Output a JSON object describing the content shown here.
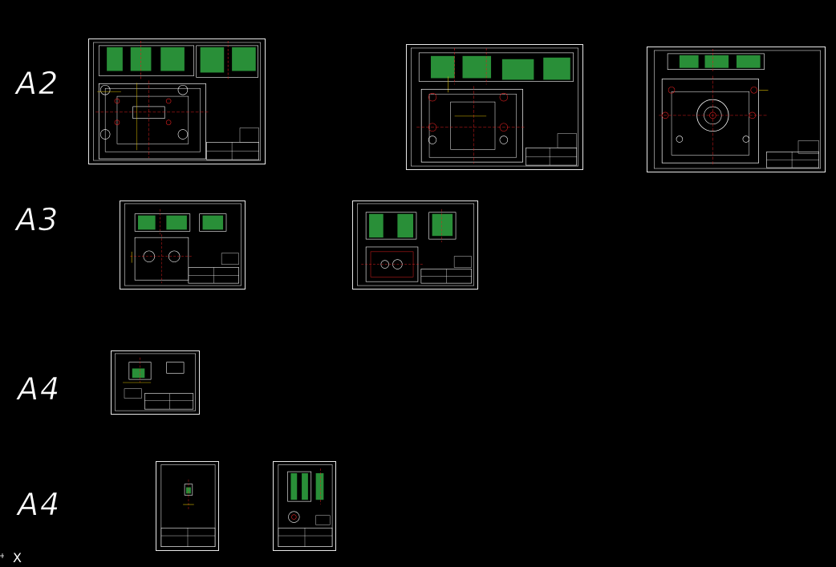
{
  "labels": {
    "a2": "A2",
    "a3": "A3",
    "a4_first": "A4",
    "a4_second": "A4",
    "axis": "X"
  },
  "colors": {
    "background": "#000000",
    "frame": "#e8e8e8",
    "hatch": "#2e9e3e",
    "centerline": "#e02020",
    "dimension": "#e0c000",
    "geometry": "#ffffff"
  },
  "sheets": [
    {
      "id": "sheet-a2-1",
      "size": "A2",
      "kind": "assembly-plate"
    },
    {
      "id": "sheet-a2-2",
      "size": "A2",
      "kind": "assembly-plate"
    },
    {
      "id": "sheet-a2-3",
      "size": "A2",
      "kind": "round-plate"
    },
    {
      "id": "sheet-a3-1",
      "size": "A3",
      "kind": "part-plate"
    },
    {
      "id": "sheet-a3-2",
      "size": "A3",
      "kind": "part-plate"
    },
    {
      "id": "sheet-a4-1",
      "size": "A4",
      "kind": "small-part"
    },
    {
      "id": "sheet-a4-2",
      "size": "A4",
      "kind": "portrait-part"
    },
    {
      "id": "sheet-a4-3",
      "size": "A4",
      "kind": "portrait-part"
    }
  ]
}
